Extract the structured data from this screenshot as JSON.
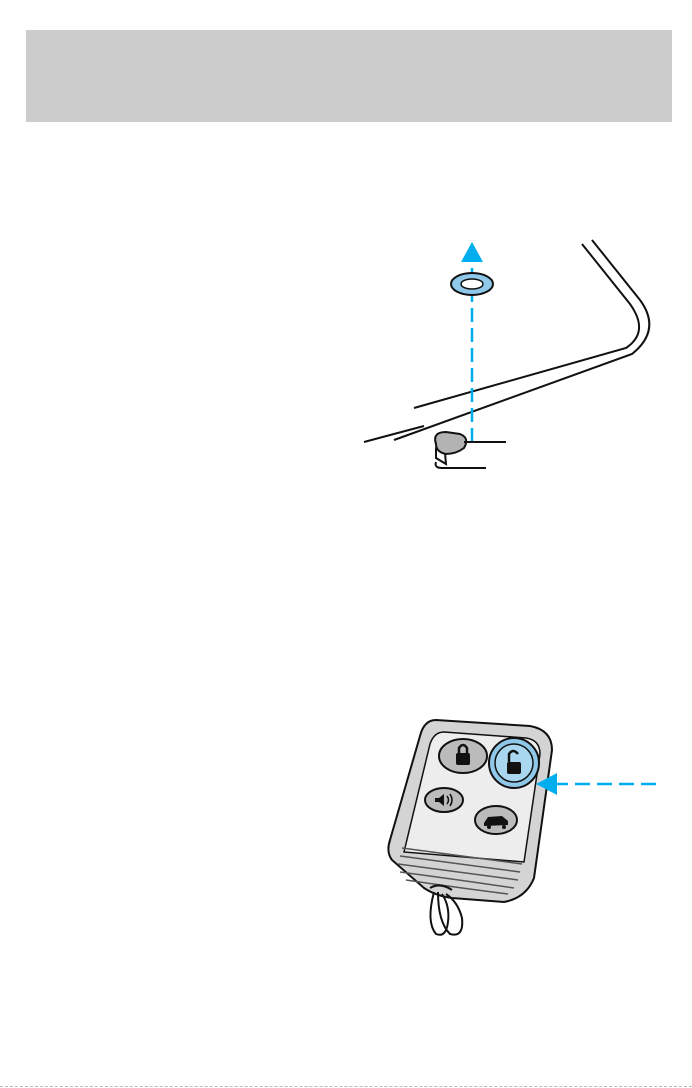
{
  "page": {
    "header_band_color": "#cccccc",
    "accent_color": "#00aeef",
    "highlight_fill": "#8fc8e8"
  },
  "illustrations": [
    {
      "id": "door-lock-pin",
      "icons": [
        "door-frame-outline",
        "lock-pin-icon",
        "lock-ring-icon",
        "up-arrow-icon"
      ],
      "callouts": 2
    },
    {
      "id": "remote-keyfob",
      "icons": [
        "lock-button-icon",
        "unlock-button-icon",
        "panic-button-icon",
        "trunk-button-icon",
        "key-ring-icon",
        "arrow-left-icon"
      ],
      "highlighted_button": "unlock-button-icon"
    }
  ]
}
